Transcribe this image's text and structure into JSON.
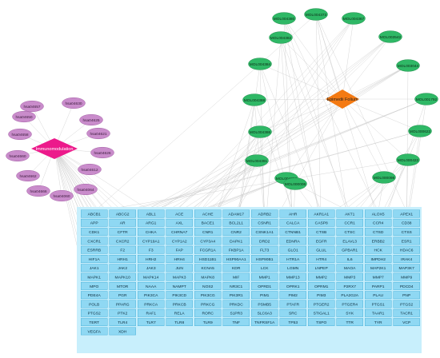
{
  "colors": {
    "edge": "#c4c4c4",
    "pathway_fill": "#c98ccb",
    "pathway_stroke": "#a45fa6",
    "hub_left": "#ec1a8b",
    "hub_right": "#f47a12",
    "ingredient_fill": "#2fb866",
    "ingredient_stroke": "#1f8f4c",
    "gene_fill": "#8fd8f3",
    "gene_stroke": "#3aa9d4",
    "gene_panel": "#c8effc"
  },
  "hub_left": {
    "label": "Immunomodulation"
  },
  "hub_right": {
    "label": "Epimedii Folium"
  },
  "pathways": [
    "hsa04657",
    "hsa04630",
    "hsa04625",
    "hsa04621",
    "hsa04626",
    "hsa04612",
    "hsa04064",
    "hsa04060",
    "hsa04666",
    "hsa04662",
    "hsa04660",
    "hsa04658",
    "hsa04650"
  ],
  "ingredients": [
    "MOL004373",
    "MOL004367",
    "MOL004380",
    "MOL003542",
    "MOL004382",
    "MOL003044",
    "MOL004384",
    "MOL001792",
    "MOL004388",
    "MOL000622",
    "MOL004386",
    "MOL000422",
    "MOL004391",
    "MOL000098",
    "MOL004396",
    "MOL000006"
  ],
  "genes": [
    [
      "ABCB1",
      "ABCG2",
      "ABL1",
      "ACE",
      "ACHE",
      "ADAM17",
      "ADRB2",
      "AHR",
      "AKR1A1",
      "AKT1",
      "ALOX5",
      "APEX1"
    ],
    [
      "APP",
      "AR",
      "ARG1",
      "AXL",
      "BACE1",
      "BCL2L1",
      "CSNR1",
      "CALCA",
      "CASP8",
      "CCR1",
      "CCR4",
      "CD38"
    ],
    [
      "CDK1",
      "CFTR",
      "CHKA",
      "CHRNA7",
      "CNR1",
      "CNR2",
      "CSNK1A1",
      "CTNNB1",
      "CTSB",
      "CTSC",
      "CTSD",
      "CTSS"
    ],
    [
      "CXCR1",
      "CXCR2",
      "CYP19A1",
      "CYP1A2",
      "CYP3A4",
      "DAPK1",
      "DRD2",
      "EDNRA",
      "EGFR",
      "ELAVL3",
      "ERBB2",
      "ESR1"
    ],
    [
      "ESRRB",
      "F2",
      "F3",
      "FAP",
      "FCGR1A",
      "FKBP1A",
      "FLT3",
      "GLO1",
      "GLUL",
      "GPBAR1",
      "HCK",
      "HDAC6"
    ],
    [
      "HIF1A",
      "HRH1",
      "HRH2",
      "HRH4",
      "HSD11B1",
      "HSP90AA1",
      "HSP90B1",
      "HTR1A",
      "HTR4",
      "IL6",
      "IMPDH2",
      "IRAK4"
    ],
    [
      "JAK1",
      "JAK2",
      "JAK3",
      "JUN",
      "KCNA5",
      "KDR",
      "LCK",
      "LGMN",
      "LNPEP",
      "MAOA",
      "MAP2K1",
      "MAP3K7"
    ],
    [
      "MAPK1",
      "MAPK10",
      "MAPK14",
      "MAPK3",
      "MAPK8",
      "MIF",
      "MMP1",
      "MMP13",
      "MMP2",
      "MMP3",
      "MMP7",
      "MMP9"
    ],
    [
      "MPO",
      "MTOR",
      "NAAA",
      "NAMPT",
      "NOS2",
      "NR3C1",
      "OPRD1",
      "OPRK1",
      "OPRM1",
      "P2RX7",
      "PARP1",
      "PDCD4"
    ],
    [
      "PDE4A",
      "PGR",
      "PIK3CA",
      "PIK3CD",
      "PIK3CG",
      "PIK3R1",
      "PIM1",
      "PIM2",
      "PIM3",
      "PLA2G2A",
      "PLAU",
      "PNP"
    ],
    [
      "POLB",
      "PPARG",
      "PRKCA",
      "PRKCB",
      "PRKCG",
      "PRKDC",
      "PSMB5",
      "PTAFR",
      "PTGER2",
      "PTGER4",
      "PTGS1",
      "PTGS2"
    ],
    [
      "PTGS2",
      "PTK2",
      "RAF1",
      "RELA",
      "RORC",
      "S1PR3",
      "SLC6A3",
      "SRC",
      "STIGAL1",
      "SYK",
      "TAAR1",
      "TACR1"
    ],
    [
      "TERT",
      "TLR4",
      "TLR7",
      "TLR8",
      "TLR9",
      "TNF",
      "TNFRSF1A",
      "TP53",
      "TSPO",
      "TTR",
      "TYR",
      "VCP"
    ],
    [
      "VEGFA",
      "XDH"
    ]
  ]
}
